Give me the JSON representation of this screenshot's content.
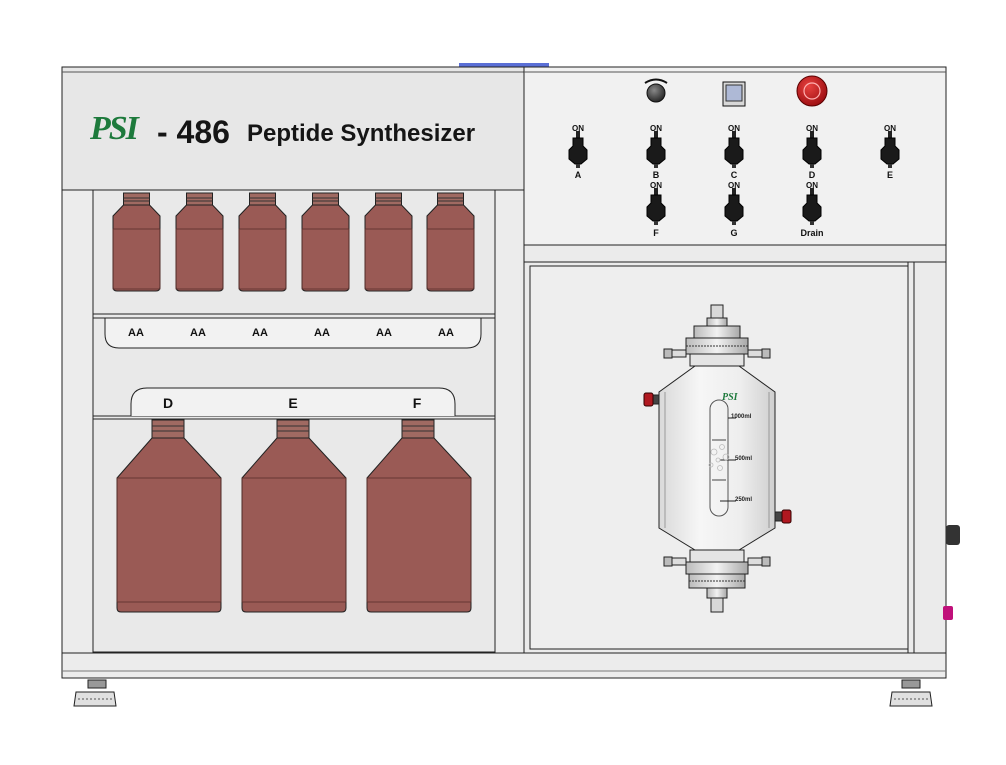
{
  "brand": {
    "logo": "PSI",
    "model": "- 486",
    "name": "Peptide Synthesizer",
    "logo_color": "#1d7a3c"
  },
  "small_bottles": {
    "labels": [
      "AA",
      "AA",
      "AA",
      "AA",
      "AA",
      "AA"
    ],
    "bottle_color": "#9a5a55"
  },
  "large_bottles": {
    "labels": [
      "D",
      "E",
      "F"
    ],
    "bottle_color": "#9a5a55"
  },
  "control_panel": {
    "knob_icon": "rotary-knob-icon",
    "screen_icon": "display-screen-icon",
    "stop_icon": "emergency-stop-icon",
    "stop_color": "#c0141a",
    "valves_row1": [
      {
        "state": "ON",
        "name": "A"
      },
      {
        "state": "ON",
        "name": "B"
      },
      {
        "state": "ON",
        "name": "C"
      },
      {
        "state": "ON",
        "name": "D"
      },
      {
        "state": "ON",
        "name": "E"
      }
    ],
    "valves_row2": [
      {
        "state": "ON",
        "name": "F"
      },
      {
        "state": "ON",
        "name": "G"
      },
      {
        "state": "ON",
        "name": "Drain"
      }
    ]
  },
  "reactor": {
    "logo": "PSI",
    "scale": [
      "1000ml",
      "500ml",
      "250ml"
    ],
    "port_color": "#b01820"
  },
  "side_port_color": "#c0107a"
}
